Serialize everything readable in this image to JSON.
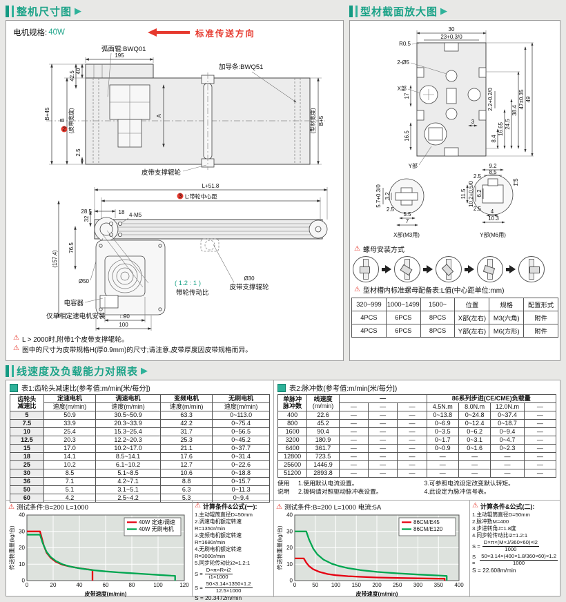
{
  "colors": {
    "accent": "#2eb29a",
    "red": "#e6392e",
    "chart_red": "#e60012",
    "chart_green": "#00a650"
  },
  "sections": {
    "overall": {
      "title": "整机尺寸图"
    },
    "profile": {
      "title": "型材截面放大图"
    },
    "speed": {
      "title": "线速度及负载能力对照表"
    }
  },
  "overall": {
    "motor_label": "电机规格:",
    "motor_value": "40W",
    "direction": "标准传送方向",
    "top": {
      "d195": "195",
      "arc": "弧面辊:BWQ01",
      "guide": "加导条:BWQ51",
      "support": "皮带支撑辊轮",
      "d425": "42.5",
      "d40": "40",
      "d25": "2.5",
      "dB45": "B+45",
      "dBn": "2",
      "dB": "B",
      "dBsub": "(皮带宽度)",
      "dA": "A",
      "dB5": "B+5",
      "dB5sub": "(型材宽度)"
    },
    "side": {
      "dL": "L+51.8",
      "dLn": "3",
      "dLc": "L:带轮中心距",
      "d285": "28.5",
      "d18": "18",
      "d4m5": "4-M5",
      "d32": "32",
      "d765": "76.5",
      "d157": "(157.4)",
      "dD50": "Ø50",
      "dD30": "Ø30",
      "support": "皮带支撑辊轮",
      "ratio": "( 1.2 : 1 )",
      "ratio_label": "带轮传动比",
      "cap": "电容器",
      "cap_note": "仅单相定速电机安装",
      "d90": "□90",
      "d100": "100"
    },
    "notes": [
      "L > 2000时,附带1个皮带支撑辊轮。",
      "图中的尺寸为皮带规格H(厚0.9mm)的尺寸;请注意,皮带厚度因皮带规格而异。"
    ]
  },
  "profile": {
    "cross": {
      "d30": "30",
      "d23": "23+0.3/0",
      "r05": "R0.5",
      "d2o5": "2-Ø5",
      "xp": "X部",
      "yp": "Y部",
      "d17": "17",
      "d165": "16.5",
      "d22": "2.2+0.2/0",
      "d3": "3",
      "d84": "8.4",
      "d1665": "16.65",
      "d245": "24.5",
      "d384": "38.4",
      "d47": "47±0.35",
      "d49": "49"
    },
    "xd": {
      "d57": "5.7+0.3/0",
      "d32": "3.2",
      "d25": "2.5",
      "d55": "5.5",
      "d7": "7",
      "cap": "X部(M3用)"
    },
    "yd": {
      "d92": "9.2",
      "d85": "8.5",
      "d25a": "2.5",
      "d15": "1.5",
      "d115": "11.5",
      "d102": "10.2+0.5/0",
      "d62": "6.2",
      "d25b": "2.5",
      "d4": "4",
      "d103": "10.3",
      "cap": "Y部(M6用)"
    },
    "nut_label": "螺母安装方式",
    "nut_table": {
      "title": "型材槽内标准螺母配备表:L值(中心距单位:mm)",
      "headers": [
        "320~999",
        "1000~1499",
        "1500~",
        "位置",
        "规格",
        "配置形式"
      ],
      "rows": [
        [
          "4PCS",
          "6PCS",
          "8PCS",
          "X部(左右)",
          "M3(六角)",
          "附件"
        ],
        [
          "4PCS",
          "6PCS",
          "8PCS",
          "Y部(左右)",
          "M6(方形)",
          "附件"
        ]
      ]
    }
  },
  "table1": {
    "title": "表1:齿轮头减速比(参考值:m/min[米/每分])",
    "col0a": "齿轮头",
    "col0b": "减速比",
    "cols": [
      {
        "name": "定速电机",
        "sub": "速度(m/min)"
      },
      {
        "name": "调速电机",
        "sub": "速度(m/min)"
      },
      {
        "name": "变频电机",
        "sub": "速度(m/min)"
      },
      {
        "name": "无刷电机",
        "sub": "速度(m/min)"
      }
    ],
    "rows": [
      [
        "5",
        "50.9",
        "30.5~50.9",
        "63.3",
        "0~113.0"
      ],
      [
        "7.5",
        "33.9",
        "20.3~33.9",
        "42.2",
        "0~75.4"
      ],
      [
        "10",
        "25.4",
        "15.3~25.4",
        "31.7",
        "0~56.5"
      ],
      [
        "12.5",
        "20.3",
        "12.2~20.3",
        "25.3",
        "0~45.2"
      ],
      [
        "15",
        "17.0",
        "10.2~17.0",
        "21.1",
        "0~37.7"
      ],
      [
        "18",
        "14.1",
        "8.5~14.1",
        "17.6",
        "0~31.4"
      ],
      [
        "25",
        "10.2",
        "6.1~10.2",
        "12.7",
        "0~22.6"
      ],
      [
        "30",
        "8.5",
        "5.1~8.5",
        "10.6",
        "0~18.8"
      ],
      [
        "36",
        "7.1",
        "4.2~7.1",
        "8.8",
        "0~15.7"
      ],
      [
        "50",
        "5.1",
        "3.1~5.1",
        "6.3",
        "0~11.3"
      ],
      [
        "60",
        "4.2",
        "2.5~4.2",
        "5.3",
        "0~9.4"
      ]
    ]
  },
  "table2": {
    "title": "表2:脉冲数(参考值:m/min[米/每分])",
    "col0a": "单脉冲",
    "col0b": "脉冲数",
    "col1a": "线速度",
    "col1b": "(m/min)",
    "dash": "—",
    "load_group": "86系列步进(CE/CME)负载量",
    "subs": [
      "4.5N.m",
      "8.0N.m",
      "12.0N.m",
      "—"
    ],
    "rows": [
      [
        "400",
        "22.6",
        "—",
        "—",
        "—",
        "0~13.8",
        "0~24.8",
        "0~37.4",
        "—"
      ],
      [
        "800",
        "45.2",
        "—",
        "—",
        "—",
        "0~6.9",
        "0~12.4",
        "0~18.7",
        "—"
      ],
      [
        "1600",
        "90.4",
        "—",
        "—",
        "—",
        "0~3.5",
        "0~6.2",
        "0~9.4",
        "—"
      ],
      [
        "3200",
        "180.9",
        "—",
        "—",
        "—",
        "0~1.7",
        "0~3.1",
        "0~4.7",
        "—"
      ],
      [
        "6400",
        "361.7",
        "—",
        "—",
        "—",
        "0~0.9",
        "0~1.6",
        "0~2.3",
        "—"
      ],
      [
        "12800",
        "723.5",
        "—",
        "—",
        "—",
        "—",
        "—",
        "—",
        "—"
      ],
      [
        "25600",
        "1446.9",
        "—",
        "—",
        "—",
        "—",
        "—",
        "—",
        "—"
      ],
      [
        "51200",
        "2893.8",
        "—",
        "—",
        "—",
        "—",
        "—",
        "—",
        "—"
      ]
    ],
    "notes": {
      "use": "使用",
      "desc": "说明",
      "n1": "1.使用默认电流设置。",
      "n2": "2.拨码请对照驱动脉冲表设置。",
      "n3": "3.可参照电流设定改变默认转矩。",
      "n4": "4.此设定为脉冲信号表。"
    }
  },
  "charts": {
    "cond1": "测试条件:B=200  L=1000",
    "cond2": "测试条件:B=200  L=1000  电流:5A"
  },
  "formula1": {
    "title": "计算条件&公式(一):",
    "items": [
      "1.主动辊筒直径D=50mm",
      "2.调速电机额定转速R=1350r/min",
      "3.变频电机额定转速R=1680r/min",
      "4.无刷电机额定转速R=3000r/min",
      "5.同步轮传动比i2=1.2:1"
    ],
    "s": "S =",
    "f1n": "D×π×R×i2",
    "f1d": "i1×1000",
    "f2n": "50×3.14×1350×1.2",
    "f2d": "12.5×1000",
    "result": "S = 20.3472m/min"
  },
  "formula2": {
    "title": "计算条件&公式(二):",
    "items": [
      "1.主动辊筒直径D=50mm",
      "2.脉冲数M=400",
      "3.步进转角J=1.8度",
      "4.同步轮传动比i2=1.2:1"
    ],
    "s": "S =",
    "f1n": "D×π×(M×J/360×60)×i2",
    "f1d": "1000",
    "f2n": "50×3.14×(400×1.8/360×60)×1.2",
    "f2d": "1000",
    "result": "S = 22.608m/min"
  },
  "chart_data": [
    {
      "type": "line",
      "title": "测试条件:B=200 L=1000",
      "xlabel": "皮带速度(m/min)",
      "ylabel": "传送物重量(kg/台)",
      "xlim": [
        0,
        120
      ],
      "ylim": [
        0,
        40
      ],
      "xticks": [
        0,
        20,
        40,
        60,
        80,
        100,
        120
      ],
      "yticks": [
        0,
        10,
        20,
        30,
        40
      ],
      "grid": true,
      "legend_position": "top-right",
      "series": [
        {
          "name": "40W 定速/调速",
          "color": "#e60012",
          "points": [
            [
              0,
              30
            ],
            [
              10,
              30
            ],
            [
              11,
              27
            ],
            [
              13,
              21
            ],
            [
              15,
              17
            ],
            [
              18,
              14
            ],
            [
              22,
              11.5
            ],
            [
              27,
              9.7
            ],
            [
              33,
              8.5
            ],
            [
              40,
              7.6
            ],
            [
              45,
              7
            ],
            [
              50,
              6.5
            ],
            [
              50,
              0
            ]
          ]
        },
        {
          "name": "40W 无刷电机",
          "color": "#00a650",
          "points": [
            [
              0,
              28
            ],
            [
              10,
              28
            ],
            [
              12,
              23
            ],
            [
              15,
              17.5
            ],
            [
              18,
              14.5
            ],
            [
              22,
              12
            ],
            [
              27,
              10
            ],
            [
              33,
              8.6
            ],
            [
              40,
              7.5
            ],
            [
              50,
              6.4
            ],
            [
              60,
              5.6
            ],
            [
              70,
              5
            ],
            [
              80,
              4.5
            ],
            [
              90,
              4
            ],
            [
              100,
              3.5
            ],
            [
              110,
              3
            ],
            [
              113,
              2.9
            ],
            [
              113,
              0
            ]
          ]
        }
      ]
    },
    {
      "type": "line",
      "title": "测试条件:B=200 L=1000 电流:5A",
      "xlabel": "皮带速度(m/min)",
      "ylabel": "传送物重量(kg/台)",
      "xlim": [
        0,
        400
      ],
      "ylim": [
        0,
        40
      ],
      "xticks": [
        0,
        50,
        100,
        150,
        200,
        250,
        300,
        350,
        400
      ],
      "yticks": [
        0,
        10,
        20,
        30,
        40
      ],
      "grid": true,
      "legend_position": "top-right",
      "series": [
        {
          "name": "86CM/E45",
          "color": "#e60012",
          "points": [
            [
              0,
              13.5
            ],
            [
              22,
              13.5
            ],
            [
              28,
              11
            ],
            [
              35,
              8.8
            ],
            [
              45,
              6.9
            ],
            [
              60,
              5.3
            ],
            [
              80,
              4
            ],
            [
              100,
              3.3
            ],
            [
              130,
              2.7
            ],
            [
              160,
              2.3
            ],
            [
              200,
              1.9
            ],
            [
              250,
              1.6
            ],
            [
              300,
              1.4
            ],
            [
              350,
              1.2
            ],
            [
              365,
              1.2
            ],
            [
              365,
              0
            ]
          ]
        },
        {
          "name": "86CM/E120",
          "color": "#00a650",
          "points": [
            [
              0,
              30
            ],
            [
              28,
              30
            ],
            [
              35,
              25
            ],
            [
              45,
              19.5
            ],
            [
              55,
              16
            ],
            [
              70,
              12.8
            ],
            [
              90,
              10.3
            ],
            [
              110,
              8.7
            ],
            [
              130,
              7.6
            ],
            [
              160,
              6.4
            ],
            [
              200,
              5.3
            ],
            [
              250,
              4.4
            ],
            [
              300,
              3.7
            ],
            [
              350,
              3.1
            ],
            [
              370,
              2.8
            ],
            [
              370,
              0
            ]
          ]
        }
      ]
    }
  ]
}
